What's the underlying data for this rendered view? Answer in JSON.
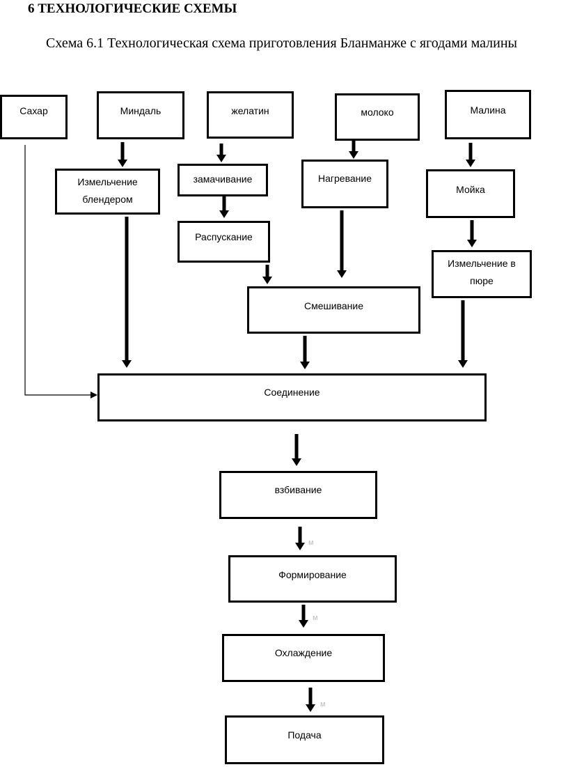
{
  "heading": "6 ТЕХНОЛОГИЧЕСКИЕ СХЕМЫ",
  "caption": "Схема 6.1 Технологическая схема приготовления Бланманже с ягодами малины",
  "diagram": {
    "ingredients": {
      "sugar": "Сахар",
      "almond": "Миндаль",
      "gelatin": "желатин",
      "milk": "молоко",
      "raspberry": "Малина"
    },
    "steps": {
      "blend": "Измельчение блендером",
      "soak": "замачивание",
      "dissolve": "Распускание",
      "heat": "Нагревание",
      "wash": "Мойка",
      "puree": "Измельчение в пюре",
      "mix": "Смешивание",
      "combine": "Соединение",
      "whip": "взбивание",
      "shape": "Формирование",
      "cool": "Охлаждение",
      "serve": "Подача"
    },
    "marker_glyph": "м",
    "colors": {
      "line": "#000000",
      "marker": "#bbbbbb"
    }
  }
}
